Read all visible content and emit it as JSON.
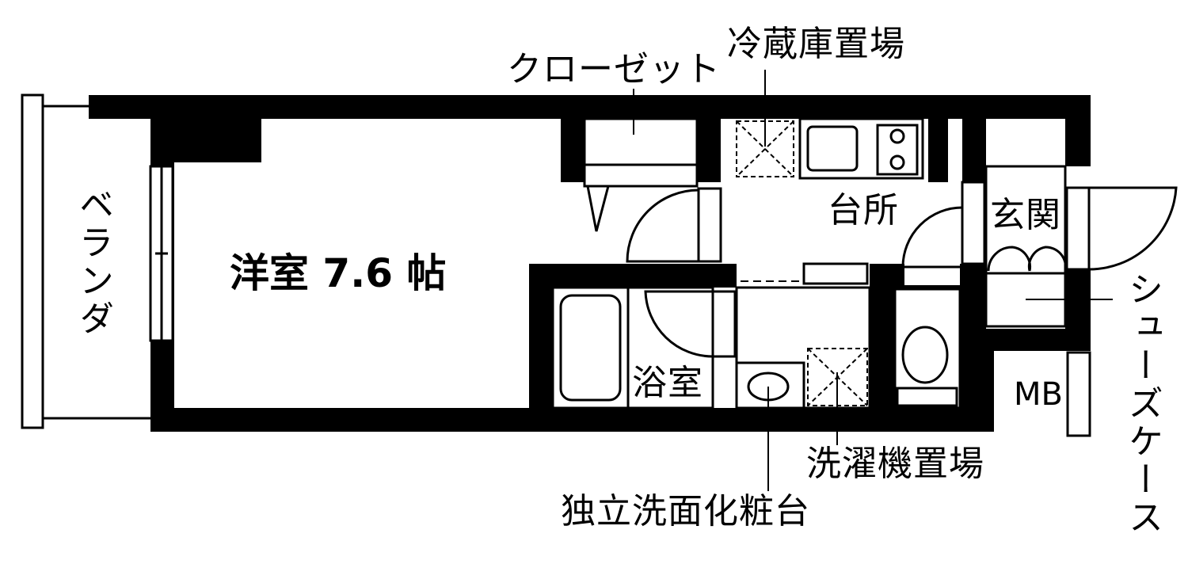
{
  "labels": {
    "closet": "クローゼット",
    "fridge_space": "冷蔵庫置場",
    "kitchen": "台所",
    "entrance": "玄関",
    "shoe_case": "シューズケース",
    "western_room": "洋室 7.6 帖",
    "balcony": "ベランダ",
    "bathroom": "浴室",
    "washer_space": "洗濯機置場",
    "vanity": "独立洗面化粧台",
    "mb": "MB"
  }
}
